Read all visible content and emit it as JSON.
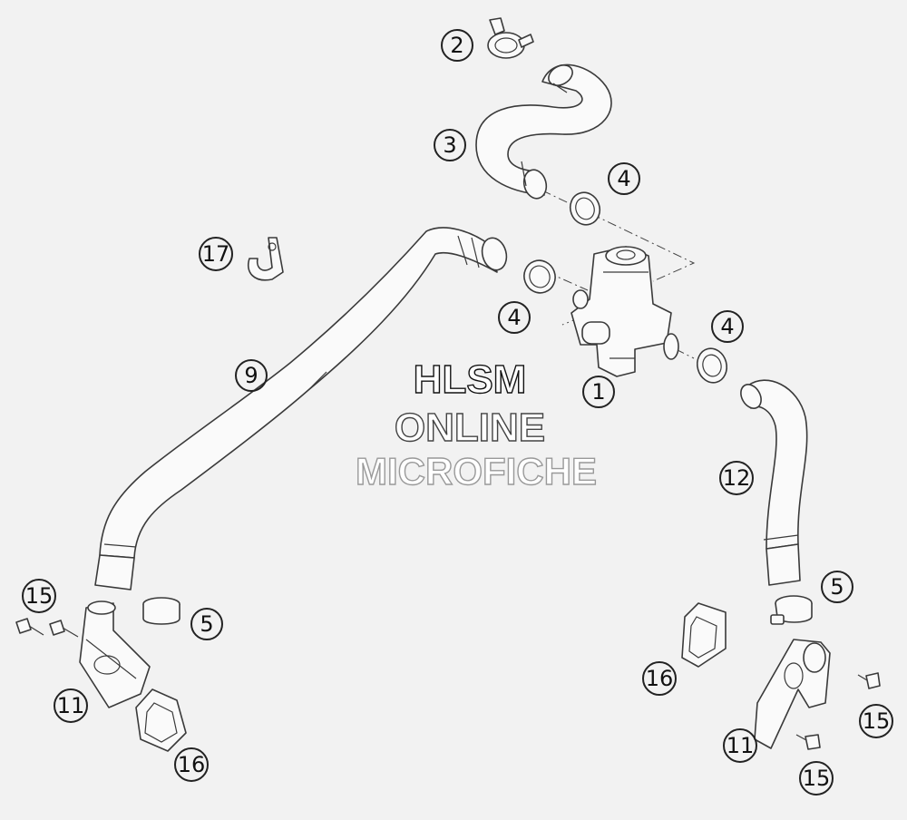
{
  "watermark": {
    "line1": "HLSM",
    "line2": "ONLINE",
    "line3": "MICROFICHE"
  },
  "callouts": [
    {
      "id": "c2",
      "label": "2"
    },
    {
      "id": "c3",
      "label": "3"
    },
    {
      "id": "c4a",
      "label": "4"
    },
    {
      "id": "c17",
      "label": "17"
    },
    {
      "id": "c4b",
      "label": "4"
    },
    {
      "id": "c4c",
      "label": "4"
    },
    {
      "id": "c9",
      "label": "9"
    },
    {
      "id": "c1",
      "label": "1"
    },
    {
      "id": "c12",
      "label": "12"
    },
    {
      "id": "c15a",
      "label": "15"
    },
    {
      "id": "c5a",
      "label": "5"
    },
    {
      "id": "c5b",
      "label": "5"
    },
    {
      "id": "c11a",
      "label": "11"
    },
    {
      "id": "c16a",
      "label": "16"
    },
    {
      "id": "c16b",
      "label": "16"
    },
    {
      "id": "c15b",
      "label": "15"
    },
    {
      "id": "c11b",
      "label": "11"
    },
    {
      "id": "c15c",
      "label": "15"
    }
  ]
}
